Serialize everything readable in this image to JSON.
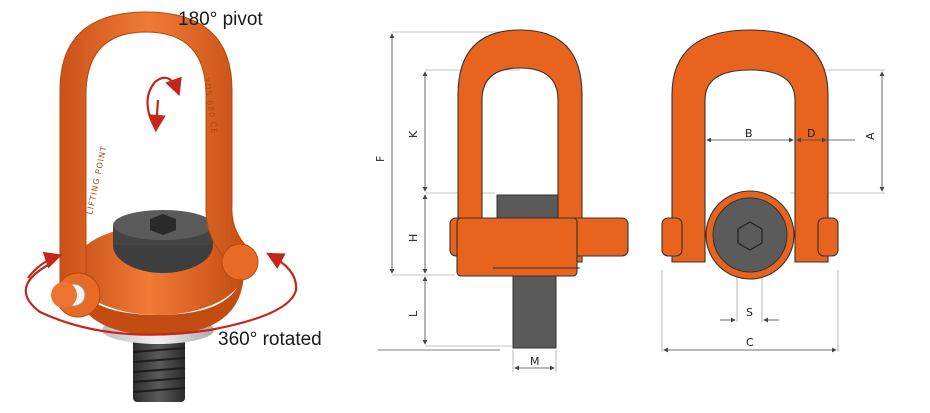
{
  "photo": {
    "pivot_label": "180° pivot",
    "rotated_label": "360° rotated",
    "embossed_left": "LIFTING POINT",
    "embossed_right": "YDS 680 CE"
  },
  "drawing": {
    "dimensions": {
      "A": "A",
      "B": "B",
      "C": "C",
      "D": "D",
      "F": "F",
      "H": "H",
      "K": "K",
      "L": "L",
      "M": "M",
      "S": "S"
    }
  },
  "colors": {
    "body": "#e8641e",
    "body_dark": "#b9480f",
    "bolt": "#5e5e5e",
    "bolt_dark": "#3a3a3a",
    "outline": "#333333"
  }
}
